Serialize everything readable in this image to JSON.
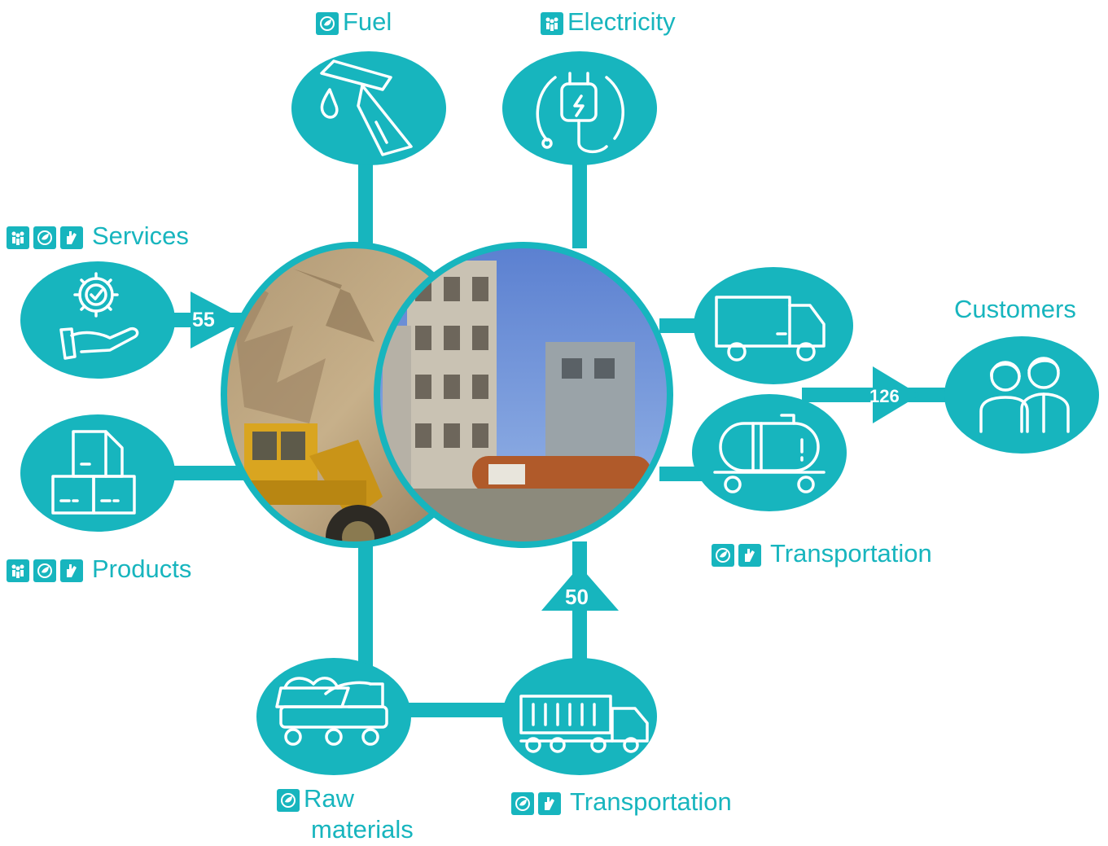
{
  "colors": {
    "accent": "#17b5be",
    "background": "#ffffff",
    "icon_stroke": "#ffffff"
  },
  "nodes": {
    "fuel": {
      "label": "Fuel",
      "icon": "fuel-nozzle-icon",
      "badges": [
        "eco-leaf-icon"
      ]
    },
    "electricity": {
      "label": "Electricity",
      "icon": "electric-plug-icon",
      "badges": [
        "people-icon"
      ]
    },
    "services": {
      "label": "Services",
      "icon": "service-gear-hand-icon",
      "badges": [
        "people-icon",
        "eco-leaf-icon",
        "hand-icon"
      ]
    },
    "products": {
      "label": "Products",
      "icon": "stacked-boxes-icon",
      "badges": [
        "people-icon",
        "eco-leaf-icon",
        "hand-icon"
      ]
    },
    "raw_materials": {
      "label_line1": "Raw",
      "label_line2": "materials",
      "icon": "mining-truck-icon",
      "badges": [
        "eco-leaf-icon"
      ]
    },
    "transport_bottom": {
      "label": "Transportation",
      "icon": "container-truck-icon",
      "badges": [
        "eco-leaf-icon",
        "hand-icon"
      ]
    },
    "transport_right": {
      "label": "Transportation",
      "icons": [
        "delivery-truck-icon",
        "tank-wagon-icon"
      ],
      "badges": [
        "eco-leaf-icon",
        "hand-icon"
      ]
    },
    "customers": {
      "label": "Customers",
      "icon": "customers-people-icon"
    }
  },
  "flows": {
    "services_in": "55",
    "transport_in": "50",
    "customers_out": "126"
  },
  "center": {
    "left_image": "quarry-photo",
    "right_image": "cement-plant-photo"
  }
}
